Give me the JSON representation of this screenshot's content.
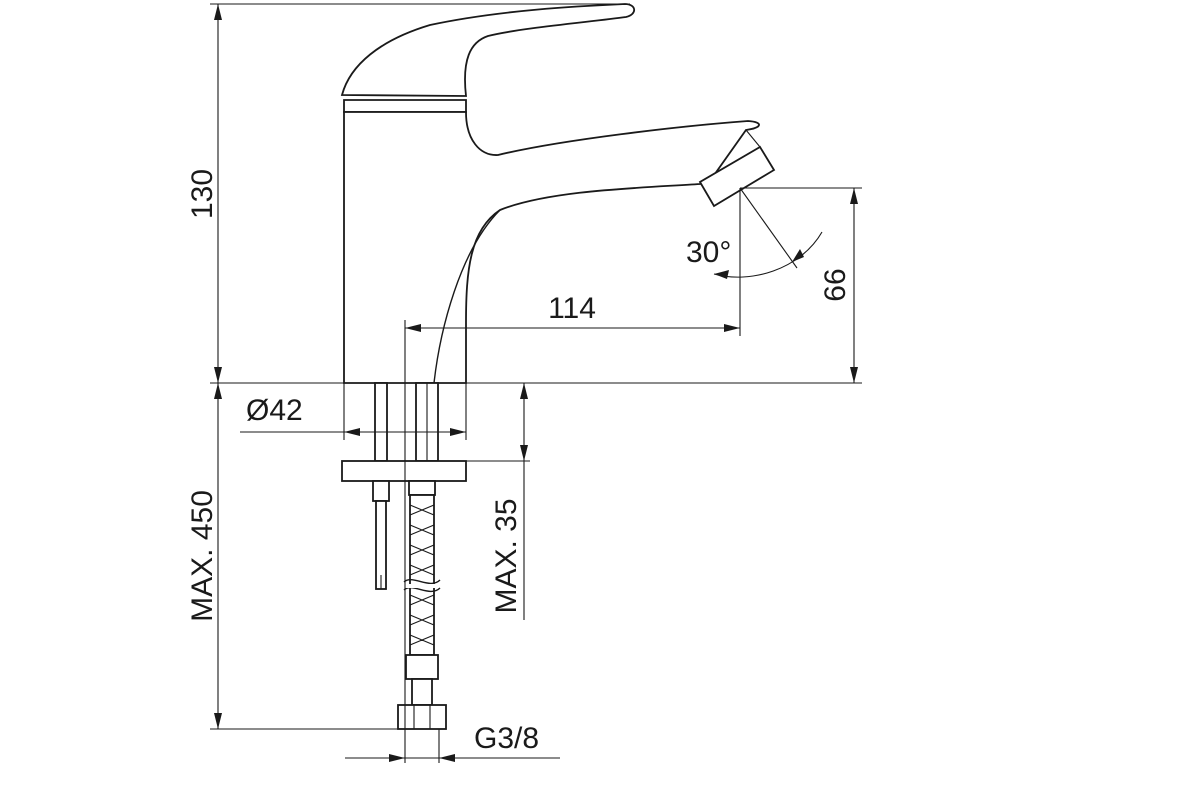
{
  "drawing": {
    "dimensions": {
      "height_total": "130",
      "reach": "114",
      "spout_height": "66",
      "angle": "30°",
      "base_diameter": "Ø42",
      "hose_length": "MAX. 450",
      "deck_thickness": "MAX. 35",
      "thread": "G3/8"
    }
  }
}
